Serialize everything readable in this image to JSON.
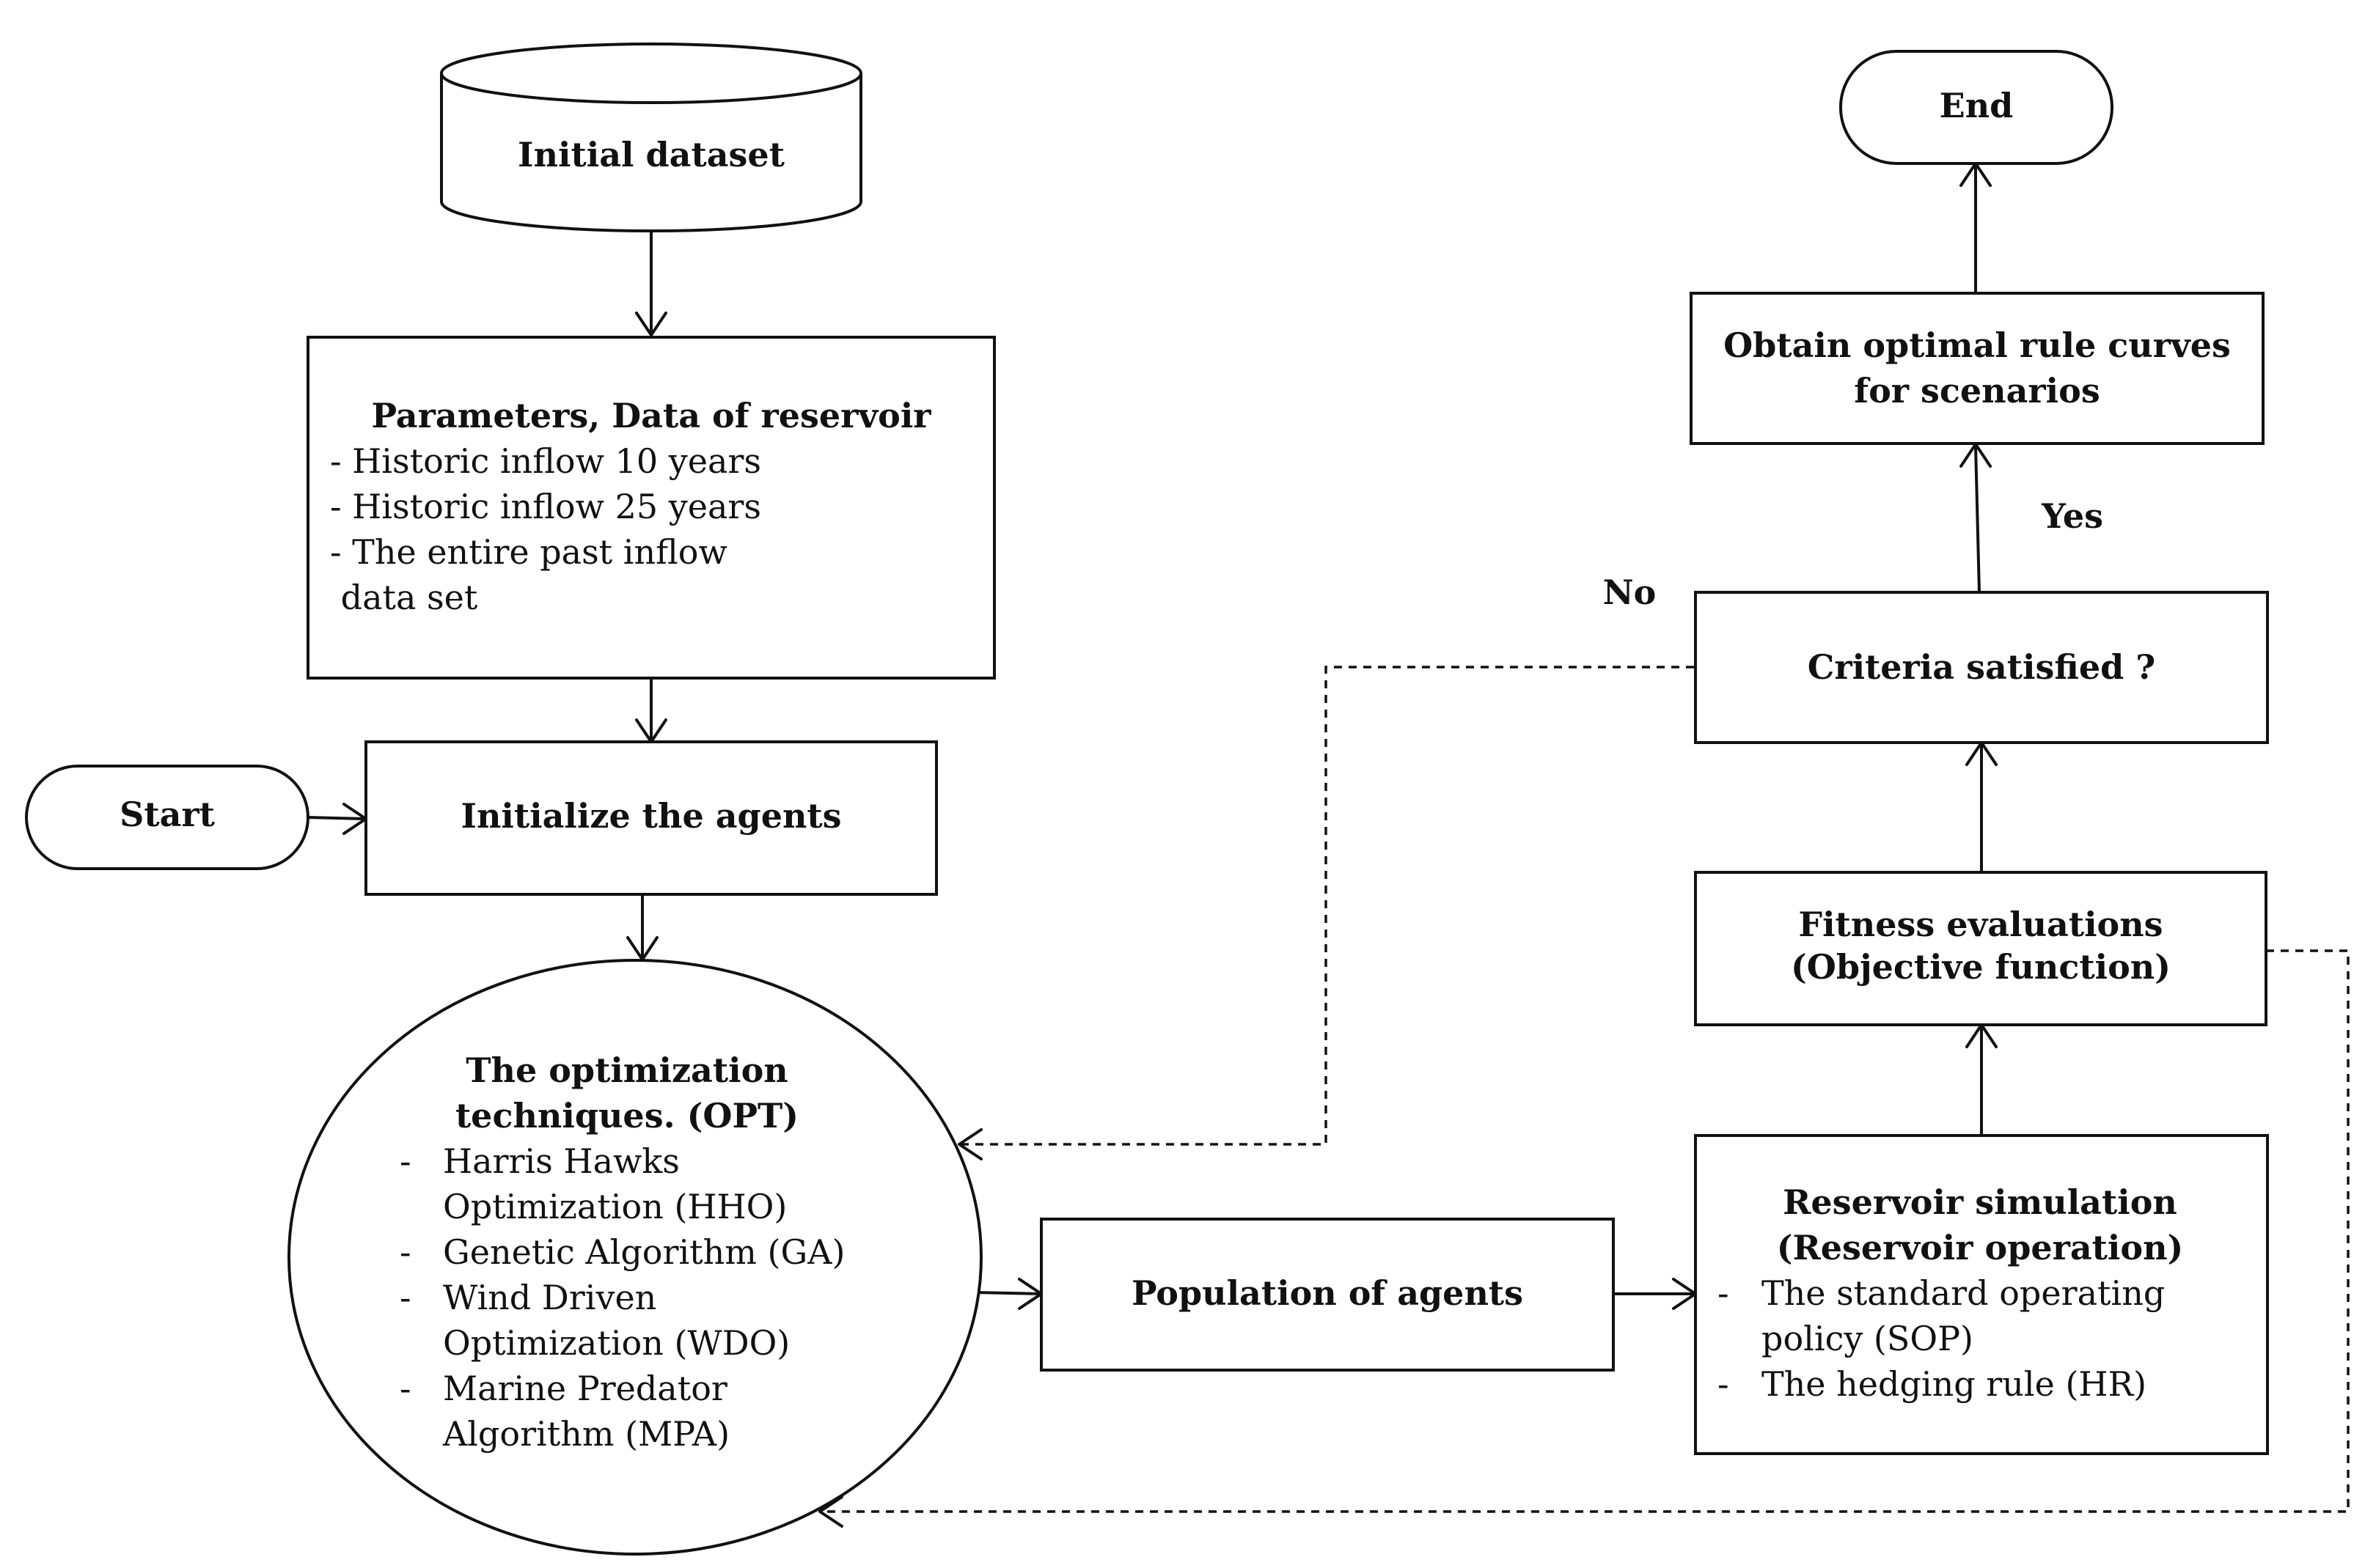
{
  "nodes": {
    "initial_dataset": {
      "title": "Initial dataset"
    },
    "parameters": {
      "title": "Parameters, Data of reservoir",
      "items": [
        "- Historic inflow 10 years",
        "- Historic inflow 25 years",
        "- The entire past inflow",
        " data set"
      ]
    },
    "start": {
      "title": "Start"
    },
    "initialize": {
      "title": "Initialize the agents"
    },
    "optimization": {
      "title_line1": "The optimization",
      "title_line2": "techniques. (OPT)",
      "items": [
        {
          "bullet": "-",
          "line1": "Harris Hawks",
          "line2": "Optimization (HHO)"
        },
        {
          "bullet": "-",
          "line1": "Genetic Algorithm (GA)",
          "line2": ""
        },
        {
          "bullet": "-",
          "line1": "Wind Driven",
          "line2": "Optimization (WDO)"
        },
        {
          "bullet": "-",
          "line1": "Marine Predator",
          "line2": "Algorithm (MPA)"
        }
      ]
    },
    "population": {
      "title": "Population of agents"
    },
    "simulation": {
      "title_line1": "Reservoir simulation",
      "title_line2": "(Reservoir operation)",
      "items": [
        {
          "bullet": "-",
          "line1": "The standard operating",
          "line2": "policy (SOP)"
        },
        {
          "bullet": "-",
          "line1": "The hedging rule (HR)",
          "line2": ""
        }
      ]
    },
    "fitness": {
      "title_line1": "Fitness evaluations",
      "title_line2": "(Objective function)"
    },
    "criteria": {
      "title": "Criteria satisfied ?"
    },
    "obtain": {
      "title_line1": "Obtain optimal rule curves",
      "title_line2": "for scenarios"
    },
    "end": {
      "title": "End"
    }
  },
  "labels": {
    "yes": "Yes",
    "no": "No"
  }
}
